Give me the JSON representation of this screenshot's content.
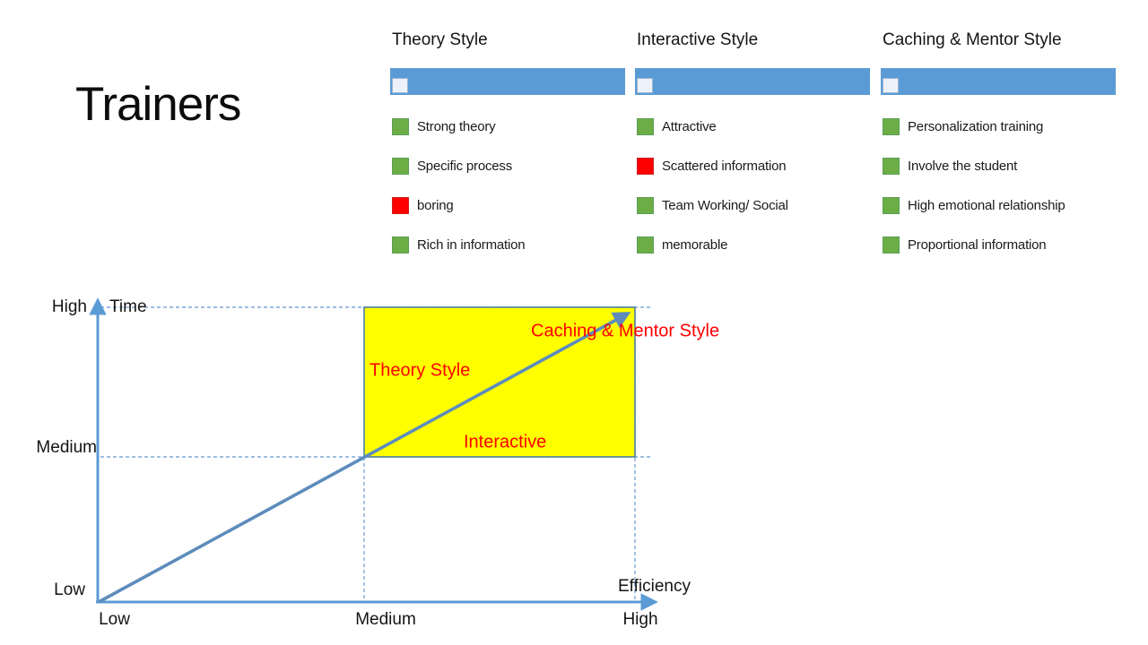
{
  "slide": {
    "title": "Trainers"
  },
  "columns": [
    {
      "header": "Theory Style",
      "items": [
        {
          "label": "Strong theory",
          "color": "green"
        },
        {
          "label": "Specific process",
          "color": "green"
        },
        {
          "label": "boring",
          "color": "red"
        },
        {
          "label": "Rich in information",
          "color": "green"
        }
      ]
    },
    {
      "header": "Interactive Style",
      "items": [
        {
          "label": "Attractive",
          "color": "green"
        },
        {
          "label": "Scattered information",
          "color": "red"
        },
        {
          "label": "Team Working/ Social",
          "color": "green"
        },
        {
          "label": "memorable",
          "color": "green"
        }
      ]
    },
    {
      "header": "Caching & Mentor Style",
      "items": [
        {
          "label": "Personalization training",
          "color": "green"
        },
        {
          "label": "Involve the student",
          "color": "green"
        },
        {
          "label": "High emotional relationship",
          "color": "green"
        },
        {
          "label": "Proportional information",
          "color": "green"
        }
      ]
    }
  ],
  "plot": {
    "y_axis_title": "Time",
    "x_axis_title": "Efficiency",
    "y_ticks": [
      "High",
      "Medium",
      "Low"
    ],
    "x_ticks": [
      "Low",
      "Medium",
      "High"
    ],
    "region_labels": {
      "top": "Caching & Mentor Style",
      "left": "Theory Style",
      "bottom": "Interactive"
    },
    "highlight_region": {
      "x_range": [
        "Medium",
        "High"
      ],
      "y_range": [
        "Medium",
        "High"
      ],
      "fill": "yellow"
    },
    "trend": "diagonal arrow from (Low,Low) to (High,High)"
  },
  "colors": {
    "bar-blue": "#5B9BD5",
    "chip-fill": "#EDF2FA",
    "chip-border": "#9CB4CE",
    "bullet-green": "#6CAE45",
    "bullet-green-border": "#5C9E58",
    "bullet-red": "#FF0000",
    "bullet-red-border": "#CC2222",
    "axis-blue": "#5B9BD5",
    "diagonal-blue": "#5D8CBC",
    "dash-blue": "#7FA8D9",
    "region-yellow": "#FFFF00",
    "region-border": "#4E7F9E",
    "label-red": "#FF0000"
  }
}
